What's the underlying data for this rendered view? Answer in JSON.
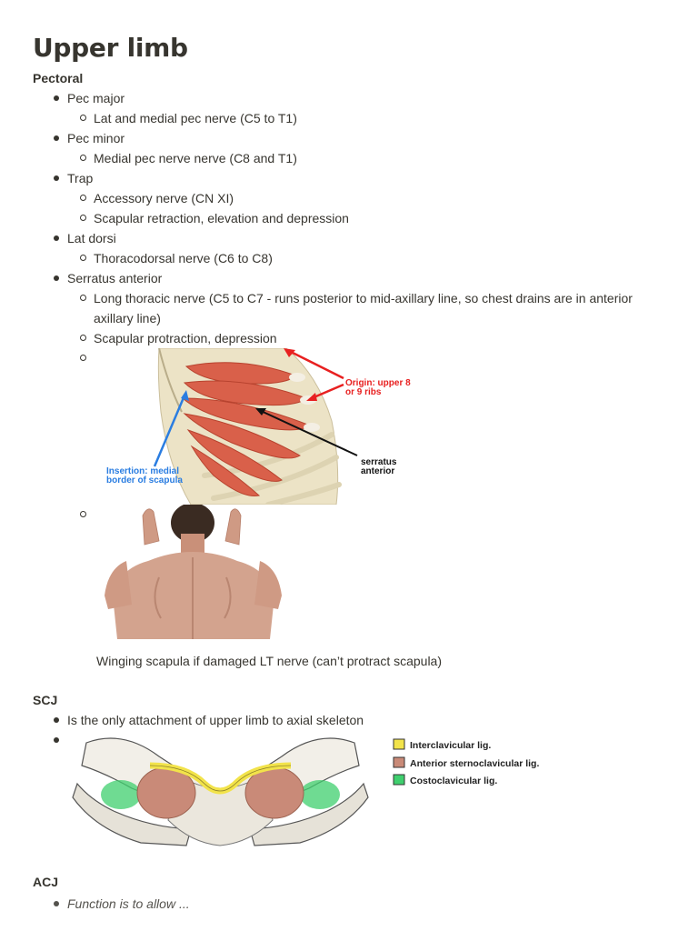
{
  "title": "Upper limb",
  "sections": {
    "pectoral": "Pectoral",
    "scj": "SCJ",
    "acj": "ACJ"
  },
  "items": {
    "pec_major": "Pec major",
    "pec_major_nerve": "Lat and medial pec nerve (C5 to T1)",
    "pec_minor": "Pec minor",
    "pec_minor_nerve": "Medial pec nerve nerve (C8 and T1)",
    "trap": "Trap",
    "trap_nerve": "Accessory nerve (CN XI)",
    "trap_action": "Scapular retraction, elevation and depression",
    "lat_dorsi": "Lat dorsi",
    "lat_dorsi_nerve": "Thoracodorsal nerve (C6 to C8)",
    "serratus": "Serratus anterior",
    "serratus_nerve": "Long thoracic nerve (C5 to C7 - runs posterior to mid-axillary line, so chest drains are in anterior axillary line)",
    "serratus_action": "Scapular protraction, depression",
    "winging_caption": "Winging scapula if damaged LT nerve (can’t protract scapula)",
    "scj_fact": "Is the only attachment of upper limb to axial skeleton",
    "acj_fact": "Function is to allow ..."
  },
  "serratus_figure": {
    "origin_label_1": "Origin: upper 8",
    "origin_label_2": "or 9 ribs",
    "insertion_label_1": "Insertion: medial",
    "insertion_label_2": "border of scapula",
    "muscle_label_1": "serratus",
    "muscle_label_2": "anterior",
    "colors": {
      "muscle": "#d9604a",
      "bone": "#ece3c6",
      "origin_arrow": "#e82020",
      "insertion_arrow": "#2a7de1",
      "muscle_arrow": "#111111"
    }
  },
  "scj_figure": {
    "legend": [
      {
        "label": "Interclavicular lig.",
        "color": "#f2e34a"
      },
      {
        "label": "Anterior sternoclavicular lig.",
        "color": "#c98a78"
      },
      {
        "label": "Costoclavicular lig.",
        "color": "#3fcf6e"
      }
    ]
  }
}
